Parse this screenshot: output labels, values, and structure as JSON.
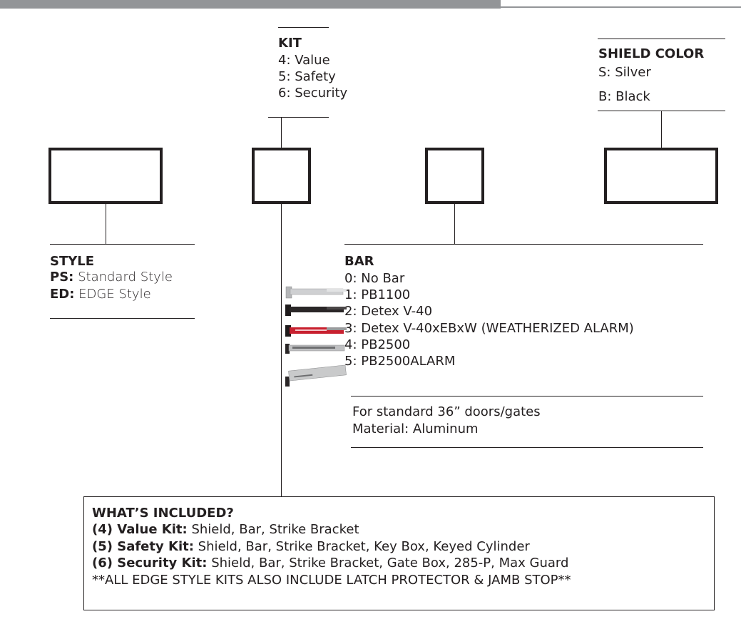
{
  "kit": {
    "heading": "KIT",
    "options": [
      "4: Value",
      "5: Safety",
      "6: Security"
    ]
  },
  "shield_color": {
    "heading": "SHIELD COLOR",
    "options": [
      "S: Silver",
      "B: Black"
    ]
  },
  "style": {
    "heading": "STYLE",
    "options": [
      {
        "code": "PS:",
        "label": " Standard Style"
      },
      {
        "code": "ED:",
        "label": " EDGE Style"
      }
    ]
  },
  "bar": {
    "heading": "BAR",
    "options": [
      "0: No Bar",
      "1: PB1100",
      "2: Detex V-40",
      "3: Detex V-40xEBxW (WEATHERIZED ALARM)",
      "4: PB2500",
      "5: PB2500ALARM"
    ],
    "notes": [
      "For standard 36” doors/gates",
      "Material: Aluminum"
    ],
    "thumbnail_icons": [
      "pb1100-bar-icon",
      "detex-v40-bar-icon",
      "detex-v40-alarm-bar-icon",
      "pb2500-bar-icon",
      "pb2500alarm-bar-icon"
    ]
  },
  "included": {
    "heading": "WHAT’S INCLUDED?",
    "rows": [
      {
        "label": "(4) Value Kit:",
        "items": " Shield, Bar, Strike Bracket"
      },
      {
        "label": "(5) Safety Kit:",
        "items": " Shield, Bar, Strike Bracket, Key Box, Keyed Cylinder"
      },
      {
        "label": "(6) Security Kit:",
        "items": " Shield, Bar, Strike Bracket, Gate Box, 285-P, Max Guard"
      }
    ],
    "footnote": "**ALL EDGE STYLE KITS ALSO INCLUDE LATCH PROTECTOR & JAMB STOP**"
  },
  "colors": {
    "ink": "#231f20",
    "header_bar": "#939598",
    "bar_silver": "#c9cacb",
    "bar_black": "#2a2627",
    "bar_red": "#c8202f"
  }
}
